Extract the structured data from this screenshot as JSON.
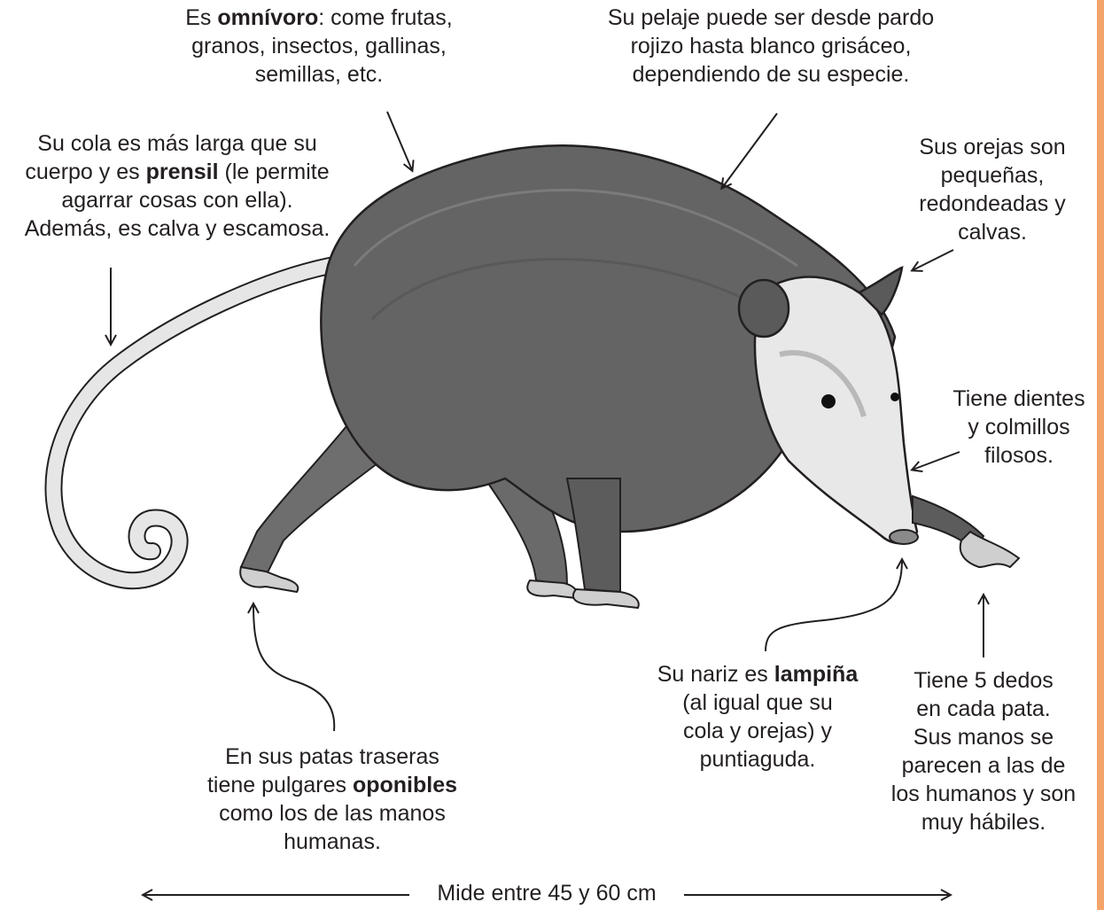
{
  "colors": {
    "accent_stripe": "#f4a46a",
    "ink": "#231f20",
    "fur_dark": "#5e5e5e",
    "fur_mid": "#7a7a7a",
    "face_light": "#e8e8e8",
    "tail": "#e6e6e6"
  },
  "illustration": {
    "subject": "opossum"
  },
  "labels": {
    "diet": {
      "pre": "Es ",
      "bold": "omnívoro",
      "post": ": come frutas,",
      "line2": "granos, insectos, gallinas,",
      "line3": "semillas, etc."
    },
    "fur": {
      "line1": "Su pelaje puede ser desde pardo",
      "line2": "rojizo hasta blanco grisáceo,",
      "line3": "dependiendo de su especie."
    },
    "tail": {
      "line1": "Su cola es más larga que su",
      "line2_pre": "cuerpo y es ",
      "line2_bold": "prensil",
      "line2_post": " (le permite",
      "line3": "agarrar cosas con ella).",
      "line4": "Además, es calva y escamosa."
    },
    "ears": {
      "line1": "Sus orejas son",
      "line2": "pequeñas,",
      "line3": "redondeadas y",
      "line4": "calvas."
    },
    "teeth": {
      "line1": "Tiene dientes",
      "line2": "y colmillos",
      "line3": "filosos."
    },
    "nose": {
      "line1_pre": "Su nariz es ",
      "line1_bold": "lampiña",
      "line2": "(al igual que su",
      "line3": "cola y orejas) y",
      "line4": "puntiaguda."
    },
    "fingers": {
      "line1": "Tiene 5 dedos",
      "line2": "en cada pata.",
      "line3": "Sus manos se",
      "line4": "parecen a las de",
      "line5": "los humanos y son",
      "line6": "muy hábiles."
    },
    "thumbs": {
      "line1": "En sus patas traseras",
      "line2_pre": "tiene pulgares ",
      "line2_bold": "oponibles",
      "line3": "como los de las manos",
      "line4": "humanas."
    },
    "size": "Mide entre 45 y 60 cm"
  }
}
